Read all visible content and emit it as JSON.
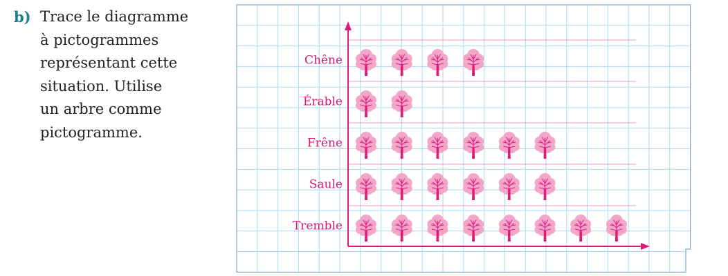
{
  "question": {
    "letter": "b)",
    "lines": [
      "Trace le diagramme",
      "à pictogrammes",
      "représentant cette",
      "situation. Utilise",
      "un arbre comme",
      "pictogramme."
    ]
  },
  "chart_data": {
    "type": "pictogram",
    "pictogram_icon": "tree-icon",
    "categories": [
      "Chêne",
      "Érable",
      "Frêne",
      "Saule",
      "Tremble"
    ],
    "values": [
      4,
      2,
      6,
      6,
      8
    ],
    "colors": {
      "axis": "#e0197d",
      "tree_crown": "#f2a6c8",
      "tree_trunk": "#e0197d",
      "grid": "#a9d8ef",
      "label": "#d6187a"
    }
  }
}
